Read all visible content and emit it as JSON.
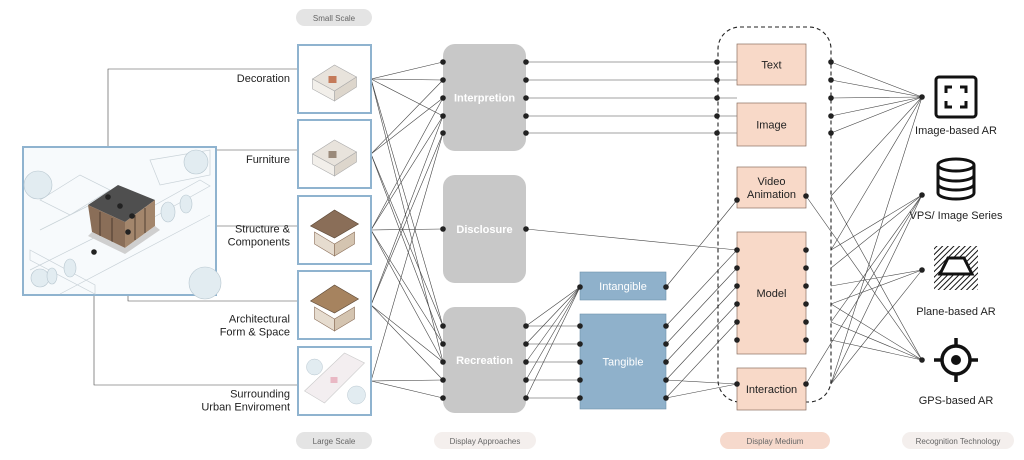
{
  "scale_labels": {
    "small": "Small Scale",
    "large": "Large Scale"
  },
  "elements": [
    {
      "id": "decoration",
      "label": [
        "Decoration"
      ]
    },
    {
      "id": "furniture",
      "label": [
        "Furniture"
      ]
    },
    {
      "id": "structure",
      "label": [
        "Structure &",
        "Components"
      ]
    },
    {
      "id": "form",
      "label": [
        "Architectural",
        "Form & Space"
      ]
    },
    {
      "id": "urban",
      "label": [
        "Surrounding",
        "Urban Enviroment"
      ]
    }
  ],
  "approaches": [
    {
      "id": "interpretion",
      "label": "Interpretion"
    },
    {
      "id": "disclosure",
      "label": "Disclosure"
    },
    {
      "id": "recreation",
      "label": "Recreation"
    }
  ],
  "recreation_types": [
    {
      "id": "intangible",
      "label": "Intangible"
    },
    {
      "id": "tangible",
      "label": "Tangible"
    }
  ],
  "media": [
    {
      "id": "text",
      "label": [
        "Text"
      ]
    },
    {
      "id": "image",
      "label": [
        "Image"
      ]
    },
    {
      "id": "video",
      "label": [
        "Video",
        "Animation"
      ]
    },
    {
      "id": "model",
      "label": [
        "Model"
      ]
    },
    {
      "id": "interaction",
      "label": [
        "Interaction"
      ]
    }
  ],
  "technologies": [
    {
      "id": "image_ar",
      "label": "Image-based AR",
      "icon": "image-target-icon"
    },
    {
      "id": "vps",
      "label": "VPS/ Image Series",
      "icon": "database-icon"
    },
    {
      "id": "plane_ar",
      "label": "Plane-based AR",
      "icon": "plane-icon"
    },
    {
      "id": "gps_ar",
      "label": "GPS-based AR",
      "icon": "gps-icon"
    }
  ],
  "category_labels": {
    "approaches": "Display Approaches",
    "medium": "Display Medium",
    "technology": "Recognition Technology"
  },
  "colors": {
    "frame_blue": "#8fb3cf",
    "approach_gray": "#c8c8c8",
    "recreation_blue": "#8fb1cb",
    "medium_peach": "#f8d9c8",
    "pill_gray": "#e4e4e4",
    "pill_pink": "#f6d9cc"
  }
}
